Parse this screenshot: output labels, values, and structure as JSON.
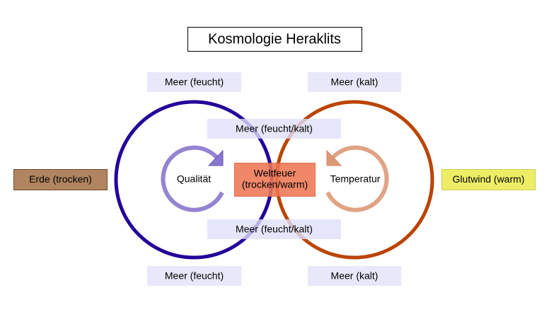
{
  "title": "Kosmologie Heraklits",
  "labels": {
    "meer_feucht_top": "Meer (feucht)",
    "meer_kalt_top": "Meer (kalt)",
    "meer_feucht_kalt_upper": "Meer (feucht/kalt)",
    "meer_feucht_kalt_lower": "Meer (feucht/kalt)",
    "meer_feucht_bottom": "Meer (feucht)",
    "meer_kalt_bottom": "Meer (kalt)",
    "erde": "Erde (trocken)",
    "glutwind": "Glutwind (warm)",
    "weltfeuer_line1": "Weltfeuer",
    "weltfeuer_line2": "(trocken/warm)",
    "qualitaet": "Qualität",
    "temperatur": "Temperatur"
  },
  "colors": {
    "left_circle": "#220099",
    "right_circle": "#bb4400",
    "qualitaet_arrow": "#8877cc",
    "temperatur_arrow": "#dd9977",
    "meer_box": "#e6e6fa",
    "weltfeuer_box": "#ee7755",
    "erde_box": "#b08560",
    "glutwind_box": "#eeee66"
  }
}
